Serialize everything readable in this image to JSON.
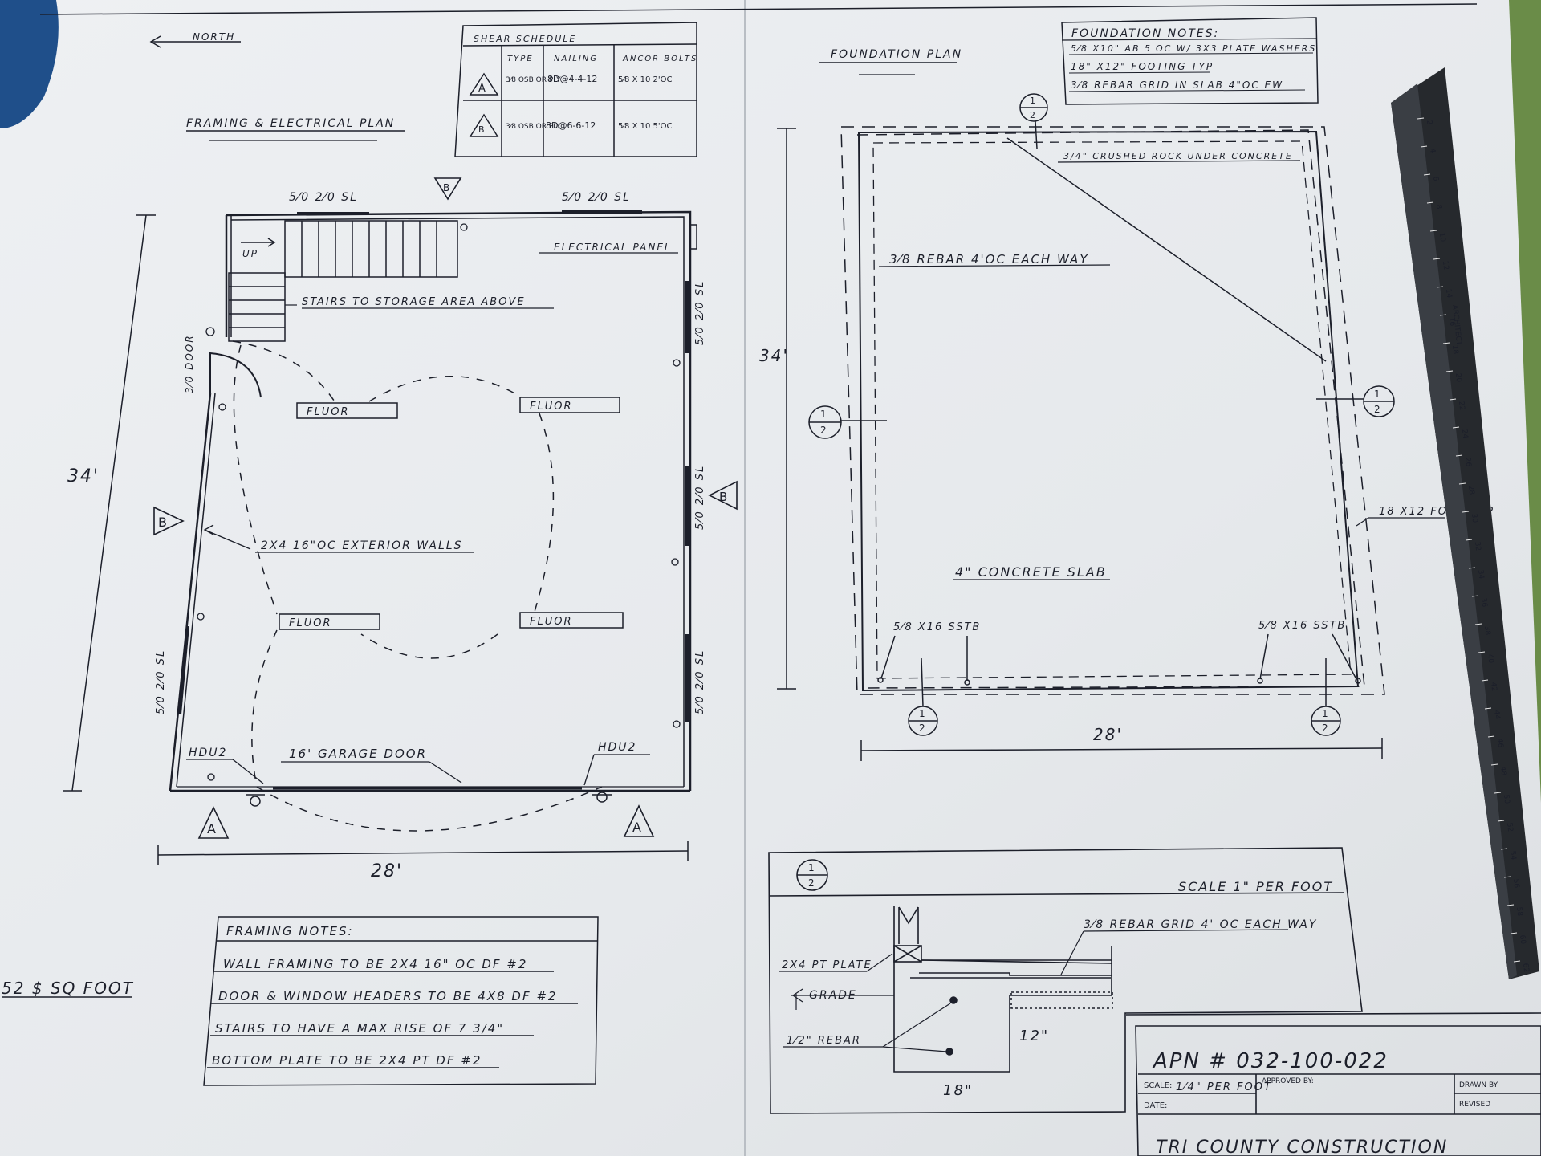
{
  "framing_plan": {
    "title": "FRAMING & ELECTRICAL PLAN",
    "north_label": "NORTH",
    "dim_width": "28'",
    "dim_depth": "34'",
    "wall_labels": {
      "top_left_window": "5⁄0 2⁄0 SL",
      "top_right_window": "5⁄0 2⁄0 SL",
      "right_upper_window": "5⁄0 2⁄0 SL",
      "right_mid_window": "5⁄0 2⁄0 SL",
      "right_lower_window": "5⁄0 2⁄0 SL",
      "left_lower_window": "5⁄0 2⁄0 SL",
      "door": "3⁄0 DOOR"
    },
    "callouts": {
      "electrical_panel": "ELECTRICAL PANEL",
      "stairs": "STAIRS TO STORAGE AREA ABOVE",
      "up": "UP",
      "exterior_walls": "2X4 16\"OC EXTERIOR WALLS",
      "garage_door": "16' GARAGE DOOR",
      "holdown_left": "HDU2",
      "holdown_right": "HDU2"
    },
    "lights": [
      "FLUOR",
      "FLUOR",
      "FLUOR",
      "FLUOR"
    ],
    "shear_markers": {
      "a": "A",
      "b": "B"
    }
  },
  "shear_schedule": {
    "title": "SHEAR SCHEDULE",
    "headers": [
      "",
      "TYPE",
      "NAILING",
      "ANCOR BOLTS"
    ],
    "rows": [
      {
        "mark": "A",
        "type": "3⁄8 OSB OR PLY",
        "nailing": "8D@4-4-12",
        "bolts": "5⁄8 X 10 2'OC"
      },
      {
        "mark": "B",
        "type": "3⁄8 OSB OR PLY",
        "nailing": "8D@6-6-12",
        "bolts": "5⁄8 X 10 5'OC"
      }
    ]
  },
  "framing_notes": {
    "title": "FRAMING NOTES:",
    "items": [
      "WALL FRAMING TO BE 2X4 16\" OC DF #2",
      "DOOR & WINDOW HEADERS TO BE 4X8 DF #2",
      "STAIRS TO HAVE A MAX RISE OF 7 3/4\"",
      "BOTTOM PLATE TO BE 2X4 PT DF #2"
    ]
  },
  "side_note": "52 $ SQ FOOT",
  "foundation_plan": {
    "title": "FOUNDATION PLAN",
    "dim_width": "28'",
    "dim_depth": "34'",
    "labels": {
      "crushed_rock": "3/4\" CRUSHED ROCK UNDER CONCRETE",
      "rebar": "3⁄8 REBAR 4'OC EACH WAY",
      "slab": "4\" CONCRETE SLAB",
      "sstb_left": "5⁄8 X16 SSTB",
      "sstb_right": "5⁄8 X16 SSTB",
      "footing": "18 X12 FOOT TYP"
    },
    "section_mark": {
      "num": "1",
      "den": "2"
    }
  },
  "foundation_notes": {
    "title": "FOUNDATION NOTES:",
    "items": [
      "5⁄8 X10\" AB 5'OC W/ 3X3 PLATE WASHERS",
      "18\" X12\" FOOTING TYP",
      "3⁄8 REBAR GRID IN SLAB 4\"OC EW"
    ]
  },
  "section_detail": {
    "scale": "SCALE 1\" PER FOOT",
    "rebar_grid": "3⁄8 REBAR GRID 4' OC EACH WAY",
    "pt_plate": "2X4 PT PLATE",
    "grade": "GRADE",
    "rebar": "1⁄2\" REBAR",
    "depth": "12\"",
    "width": "18\""
  },
  "title_block": {
    "apn": "APN # 032-100-022",
    "scale_label": "SCALE:",
    "scale_value": "1⁄4\" PER FOOT",
    "approved_by": "APPROVED BY:",
    "date_label": "DATE:",
    "drawn_by": "DRAWN BY",
    "revised": "REVISED",
    "company": "TRI COUNTY CONSTRUCTION"
  },
  "ruler": {
    "brand": "ARCHITECT",
    "ticks": [
      "2",
      "4",
      "6",
      "8",
      "10",
      "12",
      "14",
      "16",
      "18",
      "20",
      "22",
      "24",
      "26",
      "28",
      "30",
      "32",
      "34",
      "36",
      "38",
      "40",
      "42",
      "44",
      "46",
      "48",
      "50",
      "52",
      "54",
      "56",
      "58",
      "60",
      "62"
    ]
  }
}
